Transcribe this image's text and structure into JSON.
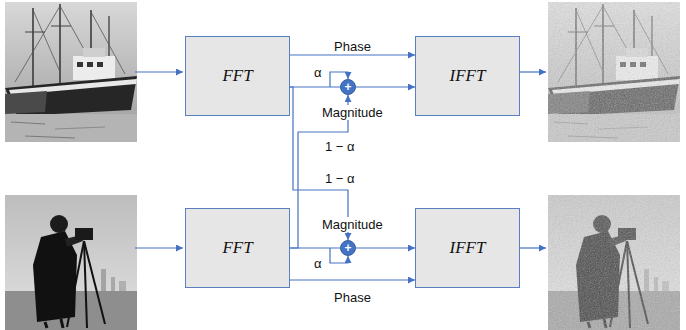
{
  "diagram": {
    "nodes": [
      {
        "text": [
          "FFT"
        ]
      },
      {
        "text": [
          "+"
        ]
      },
      {
        "text": [
          "IFFT"
        ]
      },
      {
        "text": [
          "FFT"
        ]
      },
      {
        "text": [
          "+"
        ]
      },
      {
        "text": [
          "IFFT"
        ]
      }
    ],
    "edges": [
      {
        "from": 0,
        "to": 2,
        "arrow": "to",
        "label": "Phase"
      },
      {
        "from": 0,
        "to": 1,
        "arrow": "to",
        "label": "α"
      },
      {
        "from": 1,
        "to": 2,
        "arrow": "to",
        "label": "Magnitude"
      },
      {
        "from": 0,
        "to": 4,
        "arrow": "to",
        "label": "1 − α"
      },
      {
        "from": 3,
        "to": 1,
        "arrow": "to",
        "label": "1 − α"
      },
      {
        "from": 3,
        "to": 5,
        "arrow": "to",
        "label": "Phase"
      },
      {
        "from": 3,
        "to": 4,
        "arrow": "to",
        "label": "α"
      },
      {
        "from": 4,
        "to": 5,
        "arrow": "to",
        "label": "Magnitude"
      }
    ]
  }
}
